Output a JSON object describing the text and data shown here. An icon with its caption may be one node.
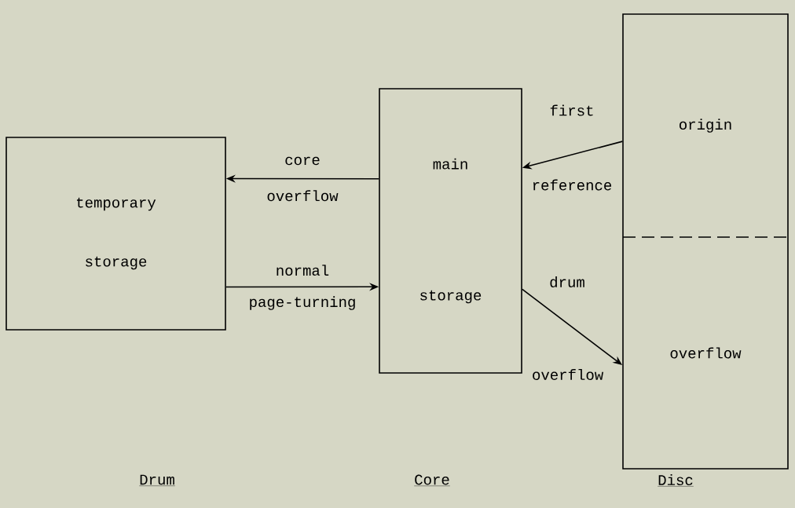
{
  "diagram": {
    "nodes": [
      {
        "text": [
          "temporary storage"
        ]
      },
      {
        "text": [
          "main storage"
        ]
      },
      {
        "text": [
          "origin"
        ]
      },
      {
        "text": [
          "overflow"
        ]
      }
    ],
    "edges": [
      {
        "from": 1,
        "to": 0,
        "arrow": "to",
        "label": "core overflow"
      },
      {
        "from": 0,
        "to": 1,
        "arrow": "to",
        "label": "normal page-turning"
      },
      {
        "from": 2,
        "to": 1,
        "arrow": "to",
        "label": "first reference"
      },
      {
        "from": 1,
        "to": 3,
        "arrow": "to",
        "label": "drum overflow"
      }
    ],
    "labels": [
      "Drum",
      "Core",
      "Disc"
    ]
  }
}
